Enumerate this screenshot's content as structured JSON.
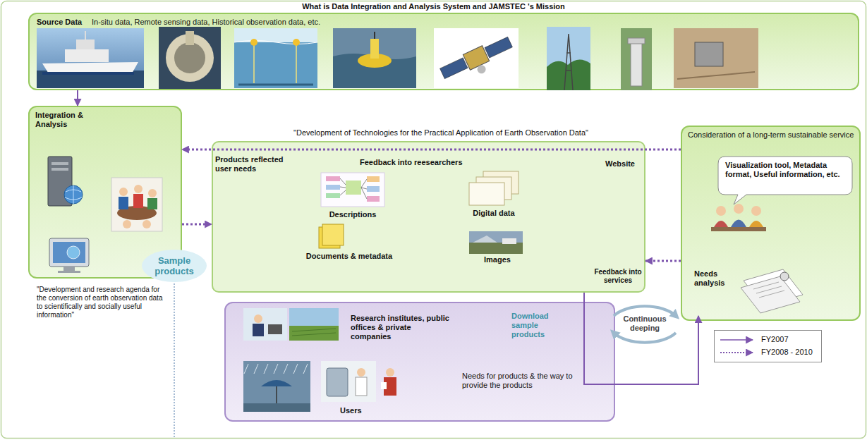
{
  "diagram": {
    "title": "What is Data Integration and Analysis System and JAMSTEC 's Mission",
    "nodes": [
      {
        "text": [
          "Source Data",
          "In-situ data, Remote sensing data, Historical observation data, etc."
        ]
      },
      {
        "text": [
          "Integration & Analysis"
        ]
      },
      {
        "text": [
          "Feedback into reesearchers",
          "Website"
        ]
      },
      {
        "text": [
          "Consideration of a long-term sustainable service"
        ]
      },
      {
        "text": [
          "Visualization tool, Metadata format, Useful information, etc."
        ],
        "in": 3
      },
      {
        "text": [
          "Needs analysis"
        ],
        "in": 3
      },
      {
        "text": [
          "Sample products"
        ]
      },
      {
        "text": [
          "Research institutes, public offices & private companies",
          "Download sample products",
          "Users"
        ]
      }
    ],
    "edges": [
      {
        "from": 0,
        "to": 1,
        "arrow": "to"
      },
      {
        "from": 3,
        "to": 1,
        "arrow": "to",
        "label": "Products reflected user needs"
      },
      {
        "from": 1,
        "to": 2,
        "arrow": "to"
      },
      {
        "from": 3,
        "to": 2,
        "arrow": "to",
        "label": "Feedback into services"
      },
      {
        "from": 2,
        "to": 5,
        "arrow": "to",
        "label": "Needs for products & the way to provide the products"
      }
    ],
    "labels": [
      "\"Development of Technologies for the Practical Application of Earth Observation Data\"",
      "Descriptions",
      "Digital data",
      "Documents & metadata",
      "Images",
      "Continuous deeping",
      "\"Development and research agenda for the conversion of earth observation data to scientifically and socially useful information\""
    ],
    "legend": [
      {
        "text": "FY2007"
      },
      {
        "text": "FY2008 - 2010"
      }
    ]
  }
}
